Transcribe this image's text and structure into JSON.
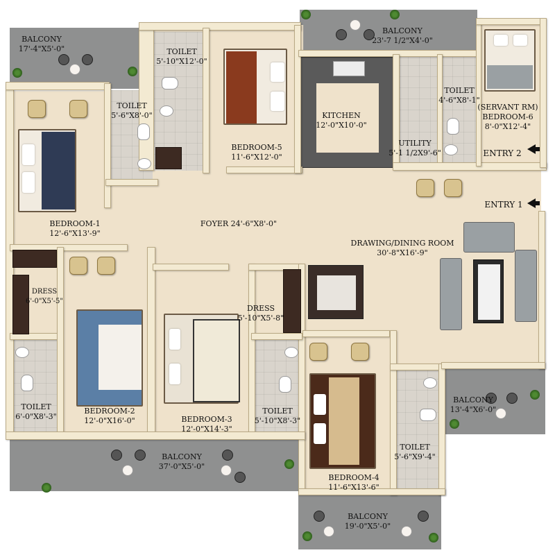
{
  "rooms": {
    "balcony_nw": {
      "name": "BALCONY",
      "dims": "17'-4\"X5'-0\""
    },
    "toilet_top": {
      "name": "TOILET",
      "dims": "5'-10\"X12'-0\""
    },
    "toilet_bed1": {
      "name": "TOILET",
      "dims": "5'-6\"X8'-0\""
    },
    "bedroom5": {
      "name": "BEDROOM-5",
      "dims": "11'-6\"X12'-0\""
    },
    "balcony_n": {
      "name": "BALCONY",
      "dims": "23'-7 1/2\"X4'-0\""
    },
    "kitchen": {
      "name": "KITCHEN",
      "dims": "12'-0\"X10'-0\""
    },
    "toilet_servant": {
      "name": "TOILET",
      "dims": "4'-6\"X8'-1\""
    },
    "servant": {
      "name": "(SERVANT RM)",
      "name2": "BEDROOM-6",
      "dims": "8'-0\"X12'-4\""
    },
    "utility": {
      "name": "UTILITY",
      "dims": "5'-1 1/2X9'-6\""
    },
    "entry2": {
      "name": "ENTRY 2"
    },
    "entry1": {
      "name": "ENTRY 1"
    },
    "bedroom1": {
      "name": "BEDROOM-1",
      "dims": "12'-6\"X13'-9\""
    },
    "foyer": {
      "name": "FOYER 24'-6\"X8'-0\""
    },
    "drawing": {
      "name": "DRAWING/DINING ROOM",
      "dims": "30'-8\"X16'-9\""
    },
    "dress1": {
      "name": "DRESS",
      "dims": "6'-0\"X5'-5\""
    },
    "dress2": {
      "name": "DRESS",
      "dims": "5'-10\"X5'-8\""
    },
    "toilet_bed2": {
      "name": "TOILET",
      "dims": "6'-0\"X8'-3\""
    },
    "bedroom2": {
      "name": "BEDROOM-2",
      "dims": "12'-0\"X16'-0\""
    },
    "bedroom3": {
      "name": "BEDROOM-3",
      "dims": "12'-0\"X14'-3\""
    },
    "toilet_bed3": {
      "name": "TOILET",
      "dims": "5'-10\"X8'-3\""
    },
    "balcony_e": {
      "name": "BALCONY",
      "dims": "13'-4\"X6'-0\""
    },
    "toilet_bed4": {
      "name": "TOILET",
      "dims": "5'-6\"X9'-4\""
    },
    "balcony_s": {
      "name": "BALCONY",
      "dims": "37'-0\"X5'-0\""
    },
    "bedroom4": {
      "name": "BEDROOM-4",
      "dims": "11'-6\"X13'-6\""
    },
    "balcony_se": {
      "name": "BALCONY",
      "dims": "19'-0\"X5'-0\""
    }
  },
  "colors": {
    "floor": "#efe2cb",
    "balcony": "#8f9090",
    "wall": "#f3ead2",
    "kitchen_counter": "#5a5a5a",
    "bedspread_blue": "#2f3b55",
    "bedspread_brown": "#8a3a1e",
    "sofa": "#9aa0a3"
  },
  "icons": [
    "entry-arrow-icon",
    "plant-icon",
    "bed-icon",
    "sofa-icon",
    "toilet-icon"
  ]
}
